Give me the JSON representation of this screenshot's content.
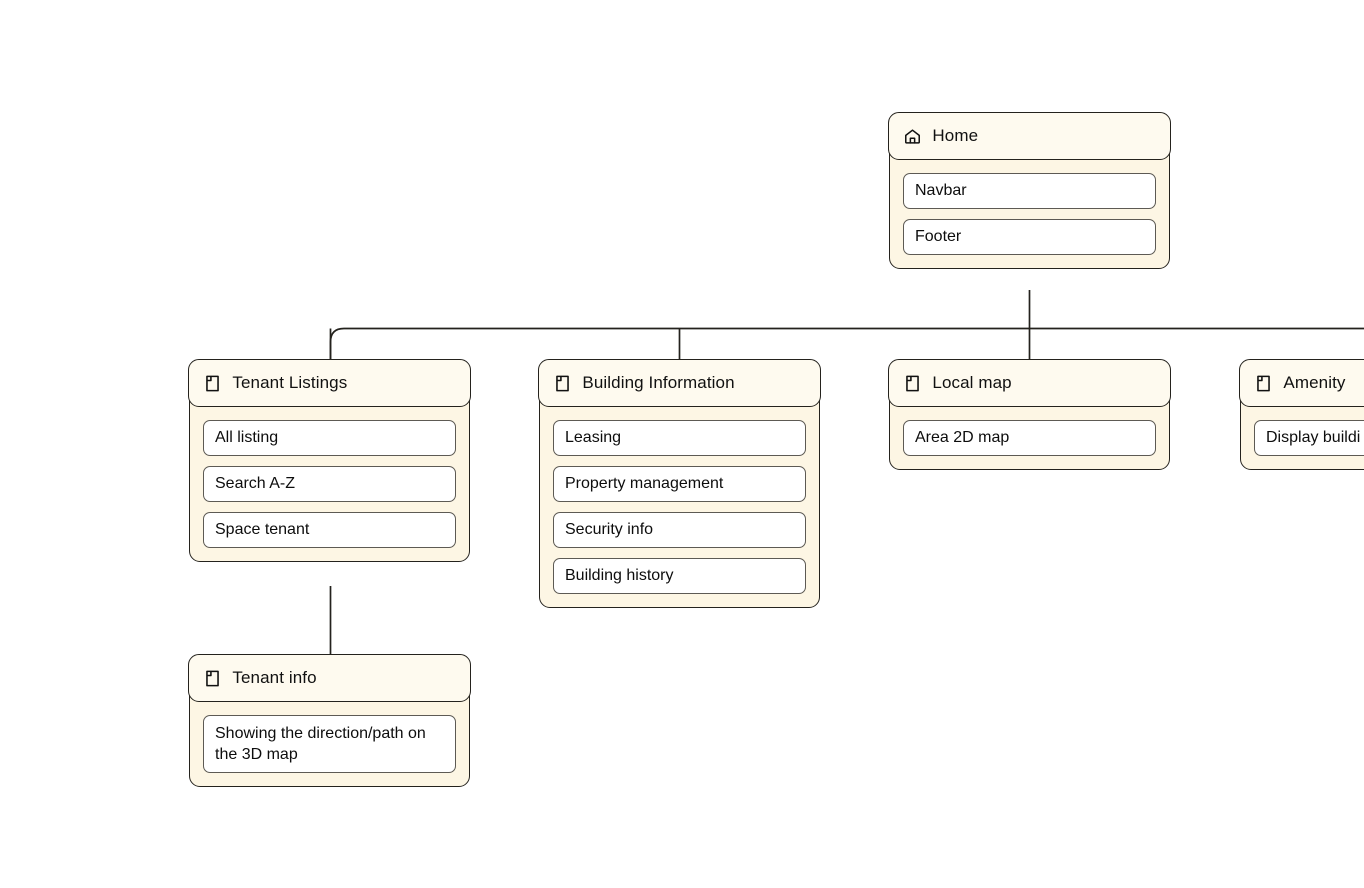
{
  "diagram": {
    "type": "sitemap-tree",
    "background_color": "#ffffff",
    "card_header_color": "#fefaef",
    "card_body_color": "#fdf6e4",
    "card_border_color": "#24221d",
    "item_fill_color": "#ffffff",
    "item_border_color": "#5d5a54",
    "connector_color": "#24221d"
  },
  "nodes": {
    "home": {
      "icon": "home-icon",
      "title": "Home",
      "items": [
        {
          "label": "Navbar"
        },
        {
          "label": "Footer"
        }
      ]
    },
    "tenant_listings": {
      "icon": "page-icon",
      "title": "Tenant Listings",
      "items": [
        {
          "label": "All listing"
        },
        {
          "label": "Search A-Z"
        },
        {
          "label": "Space tenant"
        }
      ]
    },
    "building_information": {
      "icon": "page-icon",
      "title": "Building Information",
      "items": [
        {
          "label": "Leasing"
        },
        {
          "label": "Property management"
        },
        {
          "label": "Security info"
        },
        {
          "label": "Building history"
        }
      ]
    },
    "local_map": {
      "icon": "page-icon",
      "title": "Local map",
      "items": [
        {
          "label": "Area 2D map"
        }
      ]
    },
    "amenity": {
      "icon": "page-icon",
      "title": "Amenity",
      "items": [
        {
          "label": "Display buildi"
        }
      ]
    },
    "tenant_info": {
      "icon": "page-icon",
      "title": "Tenant info",
      "items": [
        {
          "label": "Showing the direction/path on the 3D map"
        }
      ]
    }
  }
}
